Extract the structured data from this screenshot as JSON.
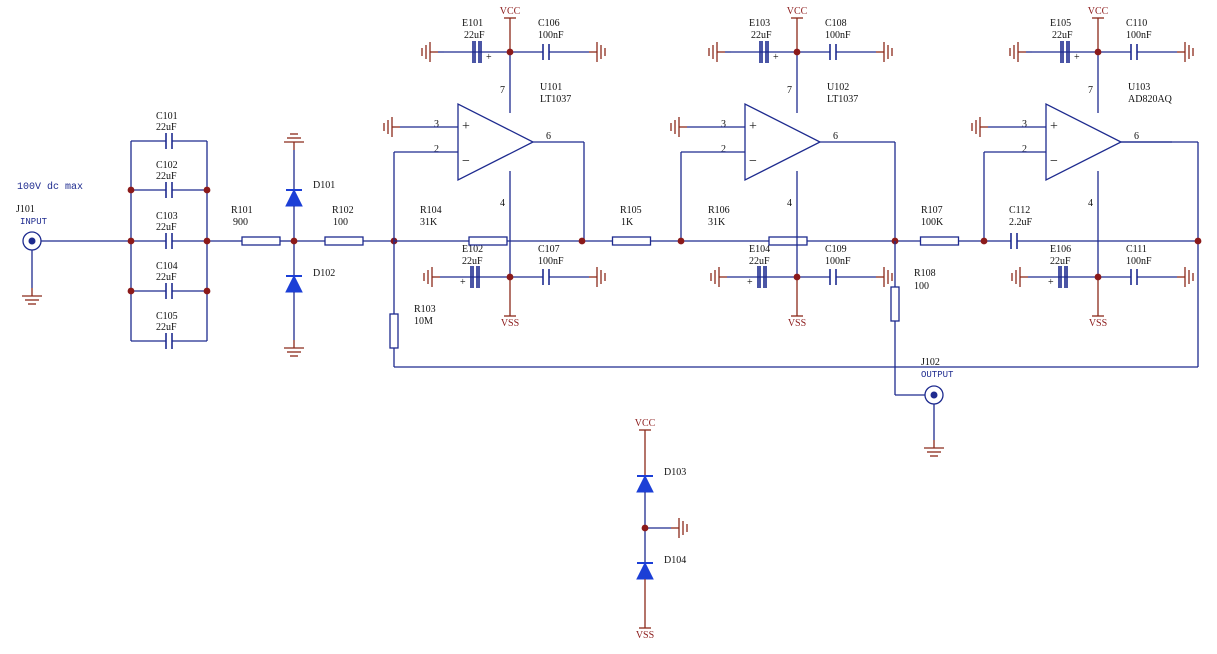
{
  "note": "100V dc max",
  "colors": {
    "wire": "#1e2b8f",
    "power": "#8b1a1a",
    "junction": "#8b1a1a",
    "diode": "#1c3fd6",
    "text": "#111111"
  },
  "connectors": {
    "input": {
      "ref": "J101",
      "name": "INPUT"
    },
    "output": {
      "ref": "J102",
      "name": "OUTPUT"
    }
  },
  "power": {
    "vcc": "VCC",
    "vss": "VSS"
  },
  "input_caps": [
    {
      "ref": "C101",
      "value": "22uF"
    },
    {
      "ref": "C102",
      "value": "22uF"
    },
    {
      "ref": "C103",
      "value": "22uF"
    },
    {
      "ref": "C104",
      "value": "22uF"
    },
    {
      "ref": "C105",
      "value": "22uF"
    }
  ],
  "resistors": {
    "r101": {
      "ref": "R101",
      "value": "900"
    },
    "r102": {
      "ref": "R102",
      "value": "100"
    },
    "r103": {
      "ref": "R103",
      "value": "10M"
    },
    "r104": {
      "ref": "R104",
      "value": "31K"
    },
    "r105": {
      "ref": "R105",
      "value": "1K"
    },
    "r106": {
      "ref": "R106",
      "value": "31K"
    },
    "r107": {
      "ref": "R107",
      "value": "100K"
    },
    "r108": {
      "ref": "R108",
      "value": "100"
    }
  },
  "diodes": {
    "d101": "D101",
    "d102": "D102",
    "d103": "D103",
    "d104": "D104"
  },
  "opamps": [
    {
      "ref": "U101",
      "part": "LT1037",
      "e_top": {
        "ref": "E101",
        "value": "22uF"
      },
      "c_top": {
        "ref": "C106",
        "value": "100nF"
      },
      "e_bot": {
        "ref": "E102",
        "value": "22uF"
      },
      "c_bot": {
        "ref": "C107",
        "value": "100nF"
      }
    },
    {
      "ref": "U102",
      "part": "LT1037",
      "e_top": {
        "ref": "E103",
        "value": "22uF"
      },
      "c_top": {
        "ref": "C108",
        "value": "100nF"
      },
      "e_bot": {
        "ref": "E104",
        "value": "22uF"
      },
      "c_bot": {
        "ref": "C109",
        "value": "100nF"
      }
    },
    {
      "ref": "U103",
      "part": "AD820AQ",
      "e_top": {
        "ref": "E105",
        "value": "22uF"
      },
      "c_top": {
        "ref": "C110",
        "value": "100nF"
      },
      "e_bot": {
        "ref": "E106",
        "value": "22uF"
      },
      "c_bot": {
        "ref": "C111",
        "value": "100nF"
      }
    }
  ],
  "c112": {
    "ref": "C112",
    "value": "2.2uF"
  },
  "pins": {
    "p2": "2",
    "p3": "3",
    "p4": "4",
    "p6": "6",
    "p7": "7"
  },
  "symbols": {
    "plus": "+",
    "minus": "−"
  }
}
